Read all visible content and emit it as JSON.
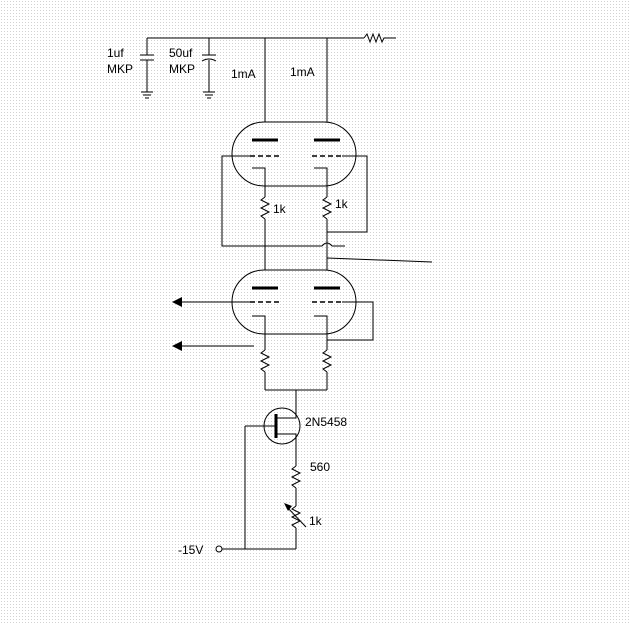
{
  "labels": {
    "cap1_value": "1uf",
    "cap1_type": "MKP",
    "cap2_value": "50uf",
    "cap2_type": "MKP",
    "current_left": "1mA",
    "current_right": "1mA",
    "r_cathode_left": "1k",
    "r_cathode_right": "1k",
    "jfet": "2N5458",
    "r_source": "560",
    "pot": "1k",
    "supply": "-15V"
  }
}
